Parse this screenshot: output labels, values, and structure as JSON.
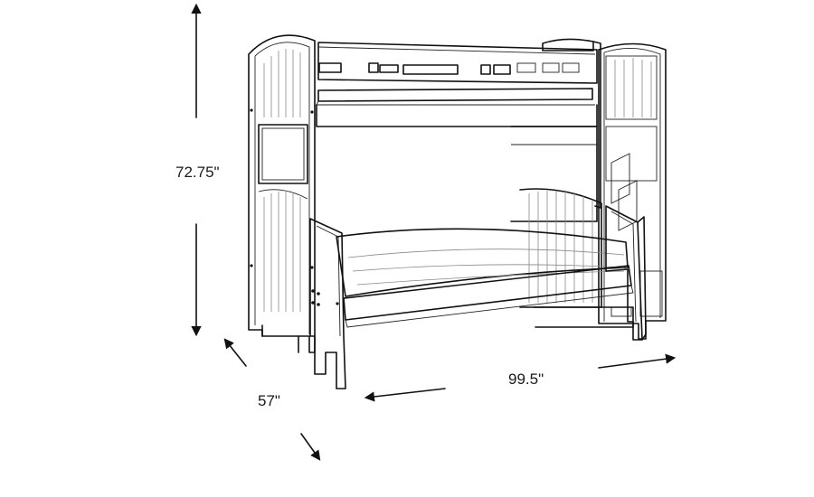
{
  "dimensions": {
    "height": "72.75\"",
    "depth": "57\"",
    "width": "99.5\""
  },
  "colors": {
    "line": "#111111",
    "background": "#ffffff"
  },
  "icons": {
    "arrow": "arrow-icon"
  }
}
